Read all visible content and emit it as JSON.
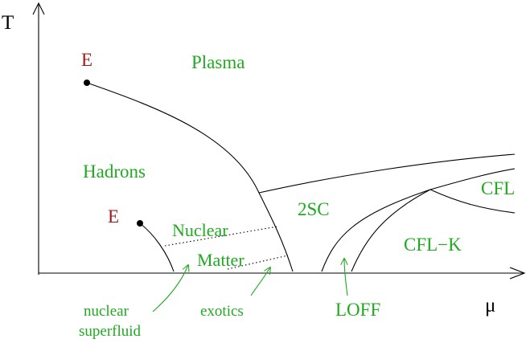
{
  "axes": {
    "y_label": "T",
    "x_label": "μ"
  },
  "points": {
    "upper_endpoint": "E",
    "lower_endpoint": "E"
  },
  "regions": {
    "plasma": "Plasma",
    "hadrons": "Hadrons",
    "nuclear_line1": "Nuclear",
    "nuclear_line2": "Matter",
    "two_sc": "2SC",
    "cfl": "CFL",
    "cfl_k": "CFL−K"
  },
  "annotations": {
    "nuclear_superfluid_line1": "nuclear",
    "nuclear_superfluid_line2": "superfluid",
    "exotics": "exotics",
    "loff": "LOFF"
  },
  "colors": {
    "region_label": "#1faa1f",
    "endpoint_label": "#9b1b1b",
    "lines": "#000000"
  }
}
